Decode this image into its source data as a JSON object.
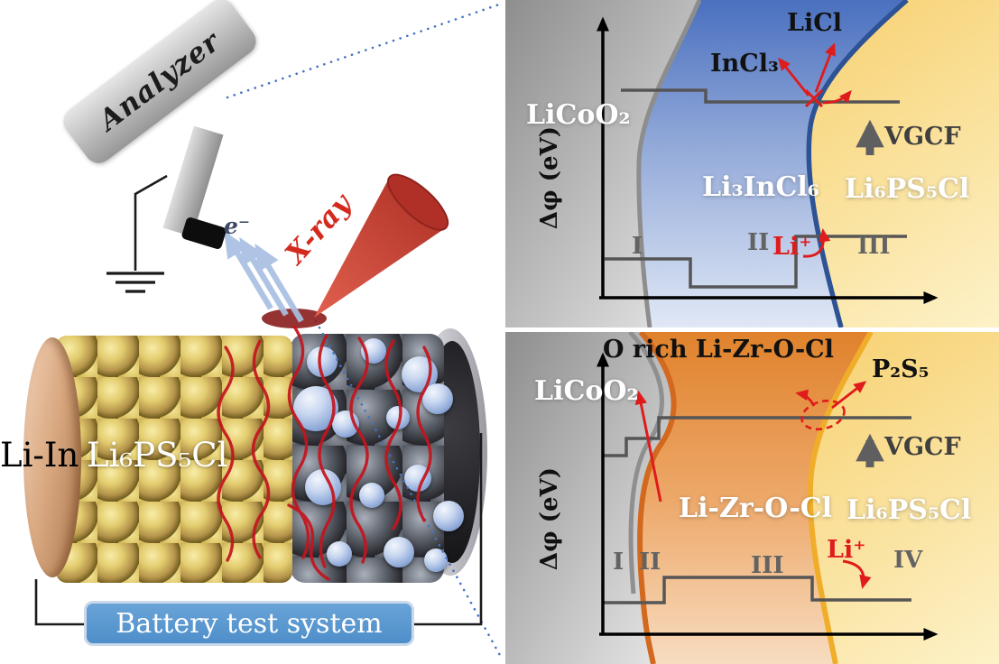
{
  "scene": {
    "analyzer_label": "Analyzer",
    "xray_label": "X-ray",
    "electron_label": "e⁻",
    "anode_label": "Li-In",
    "electrolyte_label": "Li₆PS₅Cl",
    "battery_test_label": "Battery test system"
  },
  "panel_top": {
    "y_axis_label": "Δφ (eV)",
    "regions": {
      "left": "LiCoO₂",
      "middle": "Li₃InCl₆",
      "right": "Li₆PS₅Cl"
    },
    "annotations": {
      "incl3": "InCl₃",
      "licl": "LiCl",
      "vgcf": "VGCF",
      "li_ion": "Li⁺"
    },
    "zones": [
      "I",
      "II",
      "III"
    ]
  },
  "panel_bottom": {
    "y_axis_label": "Δφ (eV)",
    "top_annotation": "O rich Li-Zr-O-Cl",
    "regions": {
      "left": "LiCoO₂",
      "middle": "Li-Zr-O-Cl",
      "right": "Li₆PS₅Cl"
    },
    "annotations": {
      "p2s5": "P₂S₅",
      "vgcf": "VGCF",
      "li_ion": "Li⁺"
    },
    "zones": [
      "I",
      "II",
      "III",
      "IV"
    ]
  },
  "colors": {
    "accent_blue": "#4472c4",
    "xray_red": "#c0392b",
    "annotation_red": "#e01b1b",
    "blue_region": "#4a70bf",
    "orange_region": "#e0822c",
    "gold_region": "#f4c24a",
    "button_blue": "#5b9bd5"
  }
}
